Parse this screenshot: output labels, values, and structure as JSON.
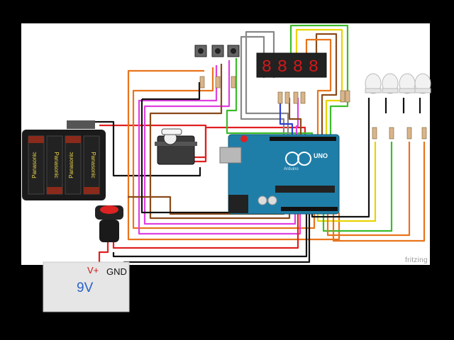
{
  "battery_pack": {
    "cells": [
      "Panasonic",
      "Panasonic",
      "Panasonic",
      "Panasonic"
    ]
  },
  "power_supply": {
    "positive_label": "V+",
    "ground_label": "GND",
    "voltage_label": "9V"
  },
  "display": {
    "digits": [
      "8",
      "8",
      "8",
      "8"
    ]
  },
  "arduino": {
    "model": "UNO",
    "brand": "Arduino"
  },
  "watermark": "fritzing",
  "colors": {
    "red": "#e02020",
    "black": "#111111",
    "orange": "#e8741c",
    "brown": "#8b4a1a",
    "magenta": "#e040e0",
    "green": "#3cbc2c",
    "yellow": "#e8d400",
    "gray": "#888888",
    "blue": "#3040d0",
    "arduino_teal": "#1f7ea8"
  }
}
